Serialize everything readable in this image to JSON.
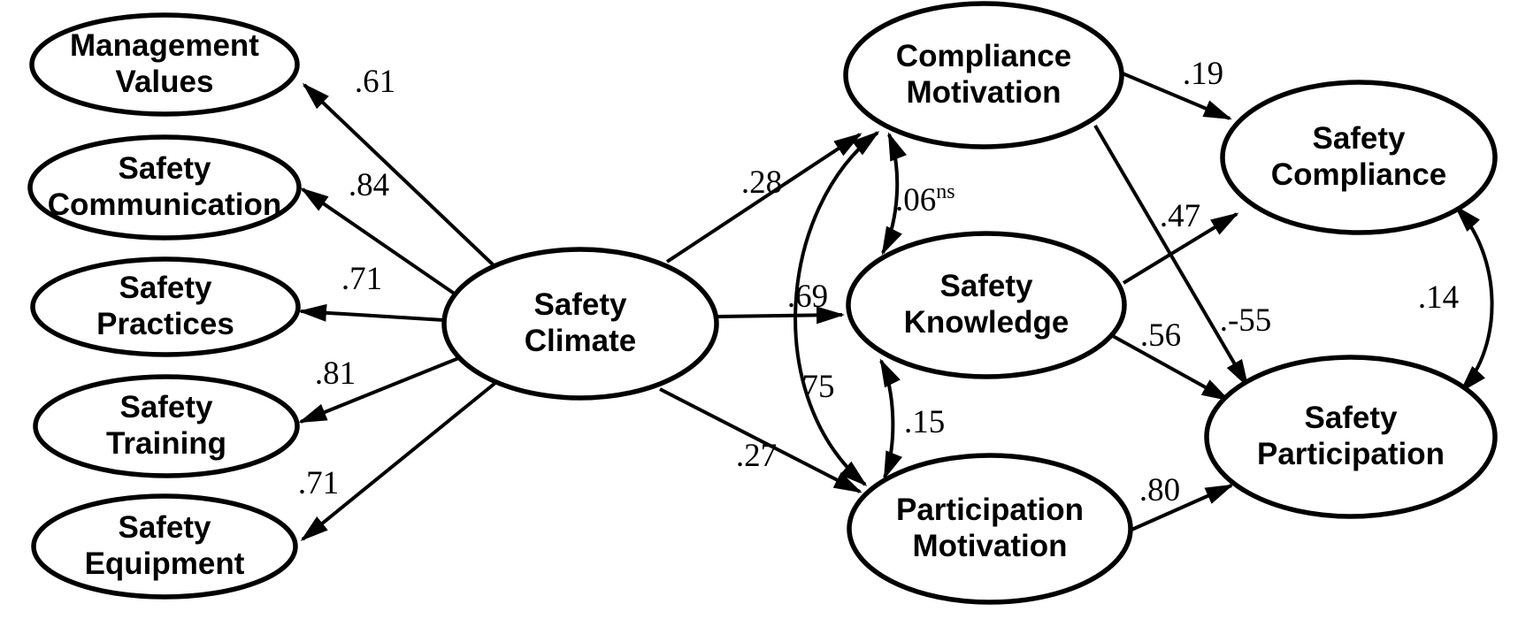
{
  "figure": {
    "title": "Safety climate structural path model",
    "ink_color": "#000000",
    "background_color": "#ffffff"
  },
  "nodes": {
    "management_values": {
      "line1": "Management",
      "line2": "Values"
    },
    "safety_communication": {
      "line1": "Safety",
      "line2": "Communication"
    },
    "safety_practices": {
      "line1": "Safety",
      "line2": "Practices"
    },
    "safety_training": {
      "line1": "Safety",
      "line2": "Training"
    },
    "safety_equipment": {
      "line1": "Safety",
      "line2": "Equipment"
    },
    "safety_climate": {
      "line1": "Safety",
      "line2": "Climate"
    },
    "compliance_motivation": {
      "line1": "Compliance",
      "line2": "Motivation"
    },
    "safety_knowledge": {
      "line1": "Safety",
      "line2": "Knowledge"
    },
    "participation_motivation": {
      "line1": "Participation",
      "line2": "Motivation"
    },
    "safety_compliance": {
      "line1": "Safety",
      "line2": "Compliance"
    },
    "safety_participation": {
      "line1": "Safety",
      "line2": "Participation"
    }
  },
  "paths": {
    "climate_management_values": {
      "from": "Safety Climate",
      "to": "Management Values",
      "value": ".61",
      "arrow": "single"
    },
    "climate_safety_communication": {
      "from": "Safety Climate",
      "to": "Safety Communication",
      "value": ".84",
      "arrow": "single"
    },
    "climate_safety_practices": {
      "from": "Safety Climate",
      "to": "Safety Practices",
      "value": ".71",
      "arrow": "single"
    },
    "climate_safety_training": {
      "from": "Safety Climate",
      "to": "Safety Training",
      "value": ".81",
      "arrow": "single"
    },
    "climate_safety_equipment": {
      "from": "Safety Climate",
      "to": "Safety Equipment",
      "value": ".71",
      "arrow": "single"
    },
    "climate_compliance_motivation": {
      "from": "Safety Climate",
      "to": "Compliance Motivation",
      "value": ".28",
      "arrow": "single"
    },
    "climate_safety_knowledge": {
      "from": "Safety Climate",
      "to": "Safety Knowledge",
      "value": ".69",
      "arrow": "single"
    },
    "climate_participation_motivation": {
      "from": "Safety Climate",
      "to": "Participation Motivation",
      "value": ".27",
      "arrow": "single"
    },
    "compliance_motivation_safety_knowledge": {
      "from": "Compliance Motivation",
      "to": "Safety Knowledge",
      "value": ".06",
      "superscript": "ns",
      "arrow": "double"
    },
    "compliance_motivation_participation_motivation": {
      "from": "Compliance Motivation",
      "to": "Participation Motivation",
      "value": "75",
      "arrow": "double"
    },
    "safety_knowledge_participation_motivation": {
      "from": "Safety Knowledge",
      "to": "Participation Motivation",
      "value": ".15",
      "arrow": "double"
    },
    "compliance_motivation_safety_compliance": {
      "from": "Compliance Motivation",
      "to": "Safety Compliance",
      "value": ".19",
      "arrow": "single"
    },
    "safety_knowledge_safety_compliance": {
      "from": "Safety Knowledge",
      "to": "Safety Compliance",
      "value": ".47",
      "arrow": "single"
    },
    "compliance_motivation_safety_participation": {
      "from": "Compliance Motivation",
      "to": "Safety Participation",
      "value": ".-55",
      "arrow": "single"
    },
    "safety_knowledge_safety_participation": {
      "from": "Safety Knowledge",
      "to": "Safety Participation",
      "value": ".56",
      "arrow": "single"
    },
    "participation_motivation_safety_participation": {
      "from": "Participation Motivation",
      "to": "Safety Participation",
      "value": ".80",
      "arrow": "single"
    },
    "safety_compliance_safety_participation": {
      "from": "Safety Compliance",
      "to": "Safety Participation",
      "value": ".14",
      "arrow": "double"
    }
  }
}
